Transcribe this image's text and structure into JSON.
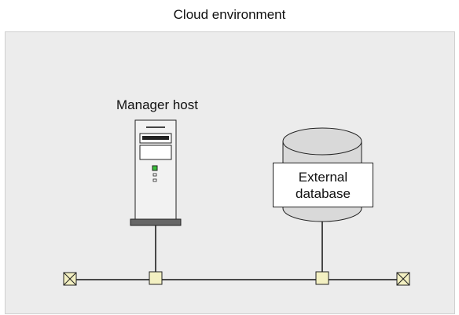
{
  "title": "Cloud environment",
  "manager_host": {
    "label": "Manager host",
    "icon": "server-tower-icon"
  },
  "external_database": {
    "label": "External\ndatabase",
    "icon": "database-cylinder-icon"
  },
  "network": {
    "endpoint_icon": "network-terminator-icon",
    "connector_icon": "network-connector-icon"
  },
  "colors": {
    "cloud_background": "#ececec",
    "connector_fill": "#f3f0c2",
    "database_fill": "#d9d9d9",
    "server_fill": "#f2f2f2",
    "led_green": "#3bbf3b"
  }
}
